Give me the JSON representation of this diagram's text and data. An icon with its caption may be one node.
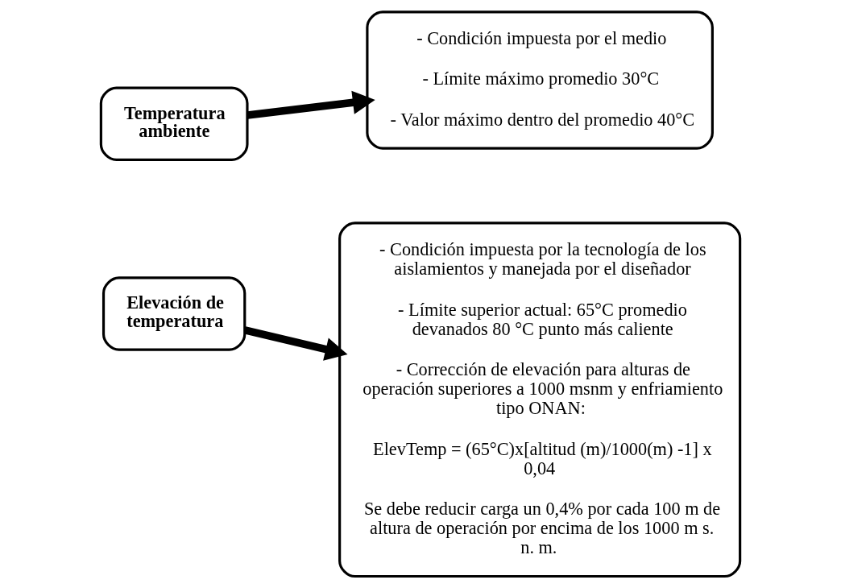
{
  "diagram": {
    "nodes": [
      {
        "text": [
          "Temperatura ambiente"
        ]
      },
      {
        "text": [
          "- Condición impuesta por el medio",
          "- Límite máximo promedio 30°C",
          "- Valor máximo dentro del promedio 40°C"
        ]
      },
      {
        "text": [
          "Elevación de temperatura"
        ]
      },
      {
        "text": [
          "- Condición impuesta por la tecnología de los aislamientos y manejada por el diseñador",
          "- Límite superior actual: 65°C promedio devanados 80 °C punto más caliente",
          "- Corrección de elevación para alturas de operación superiores a 1000 msnm y enfriamiento tipo ONAN:",
          "ElevTemp = (65°C)x[altitud (m)/1000(m) -1] x 0,04",
          "Se debe reducir carga un 0,4% por cada 100 m de altura de operación por encima de los 1000 m s. n. m."
        ]
      }
    ],
    "edges": [
      {
        "from": 0,
        "to": 1,
        "arrow": "to"
      },
      {
        "from": 2,
        "to": 3,
        "arrow": "to"
      }
    ]
  }
}
